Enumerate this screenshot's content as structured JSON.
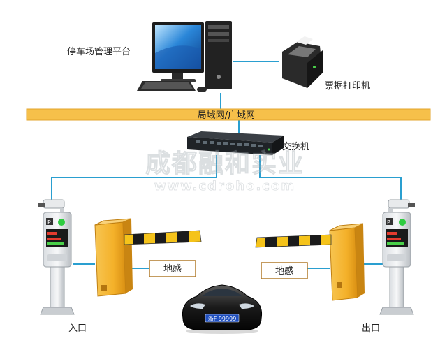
{
  "labels": {
    "platform": "停车场管理平台",
    "printer": "票据打印机",
    "network": "局域网/广域网",
    "switch": "交换机",
    "loop_left": "地感",
    "loop_right": "地感",
    "entrance": "入口",
    "exit": "出口",
    "plate": "浙F 99999"
  },
  "watermark": {
    "text": "成都融和实业",
    "url": "www.cdroho.com"
  },
  "colors": {
    "bus": "#f6c04a",
    "link": "#2a9fd0",
    "barrier_body": "#f4b12a",
    "boom_yellow": "#f5c31a",
    "boom_black": "#1b1b1b"
  }
}
